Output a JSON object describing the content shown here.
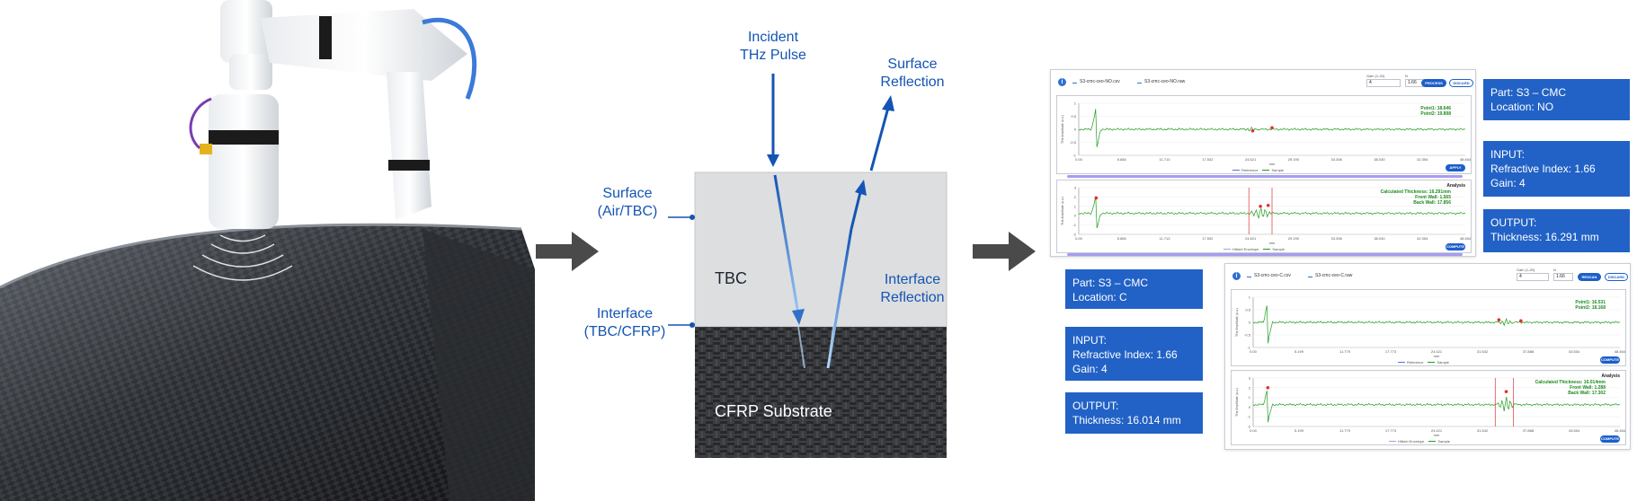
{
  "diagram": {
    "incident_label": "Incident\nTHz Pulse",
    "surface_reflection_label": "Surface\nReflection",
    "surface_label": "Surface\n(Air/TBC)",
    "interface_label": "Interface\n(TBC/CFRP)",
    "interface_reflection_label": "Interface\nReflection",
    "tbc_layer": "TBC",
    "cfrp_layer": "CFRP Substrate"
  },
  "colors": {
    "accent_blue": "#1454b4",
    "info_box_blue": "#2262c6",
    "signal_green": "#1f9b1f",
    "marker_red": "#e0302a",
    "gate_line": "#e03030"
  },
  "scans": [
    {
      "id": "no",
      "part": "Part: S3 – CMC",
      "location": "Location: NO",
      "input_header": "INPUT:",
      "refractive_index": "Refractive Index: 1.66",
      "gain": "Gain: 4",
      "output_header": "OUTPUT:",
      "thickness": "Thickness: 16.291 mm",
      "toolbar": {
        "file_ref": "S3-cmc-ceo-NO.csv",
        "file_sample": "S3-cmc-ceo-NO.raw",
        "gain_label": "Gain (1-20)",
        "gain_value": "4",
        "n_label": "N",
        "n_value": "1.66",
        "process_btn": "PROCESS",
        "discard_btn": "DISCARD"
      },
      "top_plot": {
        "ylabel": "THz Amplitude (a.u.)",
        "xlabel": "mm",
        "ticks_x": [
          "0.00",
          "5.884",
          "11.713",
          "17.532",
          "24.621",
          "29.190",
          "33.308",
          "38.030",
          "42.354",
          "48.464"
        ],
        "ticks_y": [
          "1",
          "0.5",
          "0",
          "-0.5",
          "-1"
        ],
        "readout_1": "Point1: 18.646",
        "readout_2": "Point2: 19.898",
        "legend_reference": "Reference",
        "legend_sample": "Sample",
        "button": "APPLY"
      },
      "bottom_plot": {
        "title": "Analysis",
        "ylabel": "THz Amplitude (a.u.)",
        "xlabel": "mm",
        "ticks_x": [
          "0.00",
          "5.884",
          "11.713",
          "17.532",
          "24.621",
          "29.190",
          "33.308",
          "38.030",
          "42.354",
          "48.464"
        ],
        "ticks_y": [
          "3",
          "2",
          "1",
          "0",
          "-1",
          "-2"
        ],
        "readout_1": "Calculated Thickness: 16.291mm",
        "readout_2": "Front Wall: 1.565",
        "readout_3": "Back Wall: 17.856",
        "legend_envelope": "Hilbert Envelope",
        "legend_sample": "Sample",
        "button": "COMPUTE"
      }
    },
    {
      "id": "c",
      "part": "Part: S3 – CMC",
      "location": "Location: C",
      "input_header": "INPUT:",
      "refractive_index": "Refractive Index: 1.66",
      "gain": "Gain: 4",
      "output_header": "OUTPUT:",
      "thickness": "Thickness: 16.014 mm",
      "toolbar": {
        "file_ref": "S3-cmc-ceo-C.csv",
        "file_sample": "S3-cmc-ceo-C.raw",
        "gain_label": "Gain (1-20)",
        "gain_value": "4",
        "n_label": "N",
        "n_value": "1.66",
        "process_btn": "RESCAN",
        "discard_btn": "DISCARD"
      },
      "top_plot": {
        "ylabel": "THz Amplitude (a.u.)",
        "xlabel": "mm",
        "ticks_x": [
          "0.00",
          "5.199",
          "11.779",
          "17.773",
          "24.421",
          "31.542",
          "37.888",
          "43.554",
          "48.464"
        ],
        "ticks_y": [
          "1",
          "0.5",
          "0",
          "-0.5",
          "-1"
        ],
        "readout_1": "Point1: 16.531",
        "readout_2": "Point2: 18.168",
        "legend_reference": "Reference",
        "legend_sample": "Sample",
        "button": "COMPUTE"
      },
      "bottom_plot": {
        "title": "Analysis",
        "ylabel": "THz Amplitude (a.u.)",
        "xlabel": "mm",
        "ticks_x": [
          "0.00",
          "5.199",
          "11.779",
          "17.773",
          "24.421",
          "31.542",
          "37.888",
          "43.554",
          "48.464"
        ],
        "ticks_y": [
          "3",
          "2",
          "1",
          "0",
          "-1",
          "-2"
        ],
        "readout_1": "Calculated Thickness: 16.014mm",
        "readout_2": "Front Wall: 1.288",
        "readout_3": "Back Wall: 17.302",
        "legend_envelope": "Hilbert Envelope",
        "legend_sample": "Sample",
        "button": "COMPUTE"
      }
    }
  ]
}
